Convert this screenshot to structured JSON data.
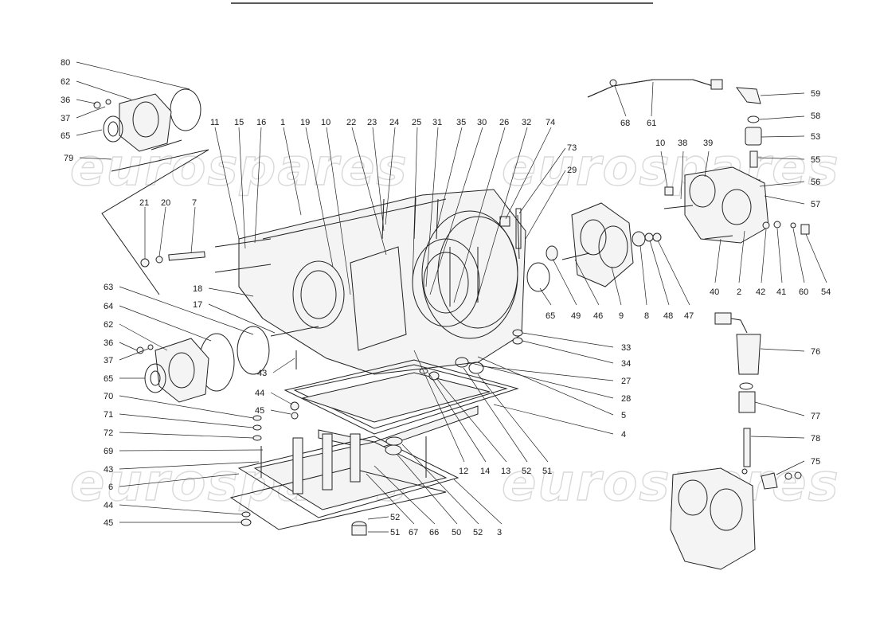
{
  "watermark": {
    "text": "eurospares"
  },
  "callouts": [
    "80",
    "62",
    "36",
    "37",
    "65",
    "79",
    "11",
    "15",
    "16",
    "1",
    "19",
    "10",
    "22",
    "23",
    "24",
    "25",
    "31",
    "35",
    "30",
    "26",
    "32",
    "74",
    "73",
    "29",
    "68",
    "61",
    "59",
    "58",
    "53",
    "55",
    "56",
    "57",
    "10",
    "38",
    "39",
    "21",
    "20",
    "7",
    "18",
    "17",
    "63",
    "64",
    "62",
    "36",
    "37",
    "65",
    "43",
    "44",
    "45",
    "70",
    "71",
    "72",
    "69",
    "43",
    "6",
    "44",
    "45",
    "65",
    "49",
    "46",
    "9",
    "8",
    "48",
    "47",
    "40",
    "2",
    "42",
    "41",
    "60",
    "54",
    "33",
    "34",
    "27",
    "28",
    "5",
    "4",
    "12",
    "14",
    "13",
    "52",
    "51",
    "52",
    "51",
    "3",
    "52",
    "50",
    "66",
    "67",
    "76",
    "77",
    "78",
    "75"
  ]
}
